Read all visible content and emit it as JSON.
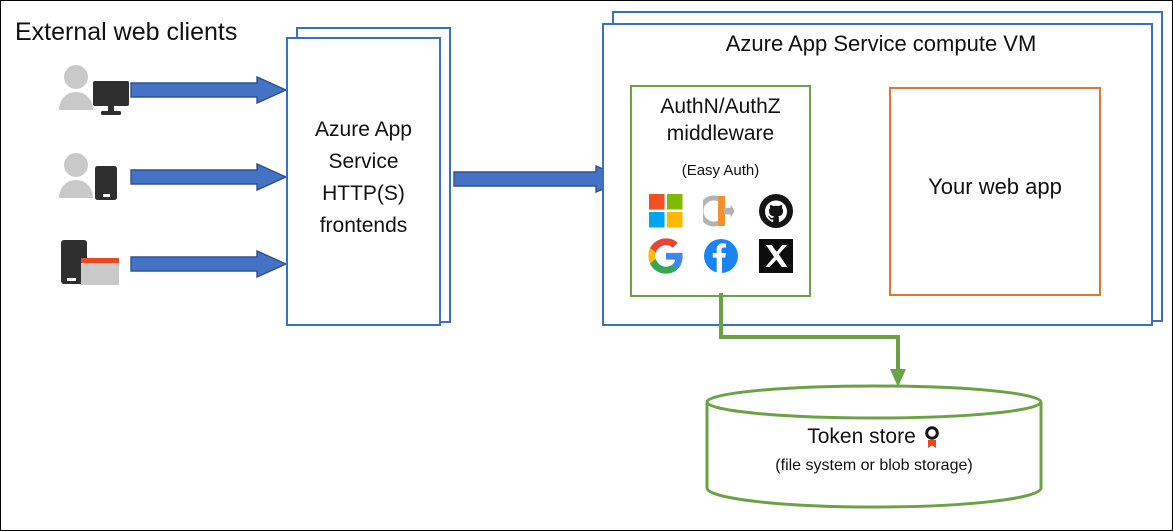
{
  "diagram": {
    "type": "architecture-flow",
    "title": "Azure App Service Easy Auth architecture",
    "colors": {
      "azure_blue": "#3a6fc4",
      "arrow_blue": "#4472c4",
      "arrow_blue_outline": "#2f528f",
      "green": "#6ba344",
      "orange": "#e3762a",
      "frame_black": "#000000"
    }
  },
  "clients": {
    "heading": "External web clients",
    "items": [
      {
        "icon": "user-desktop-icon",
        "label": "user with desktop computer"
      },
      {
        "icon": "user-phone-icon",
        "label": "user with mobile phone"
      },
      {
        "icon": "device-browser-icon",
        "label": "mobile device with browser window"
      }
    ]
  },
  "frontends": {
    "label": "Azure App Service\nHTTP(S)\nfrontends",
    "label_lines": [
      "Azure App",
      "Service",
      "HTTP(S)",
      "frontends"
    ],
    "shape": "stacked-rectangle"
  },
  "compute_vm": {
    "title": "Azure App Service compute VM",
    "shape": "stacked-rectangle"
  },
  "middleware": {
    "title_lines": [
      "AuthN/AuthZ",
      "middleware"
    ],
    "title": "AuthN/AuthZ middleware",
    "subtitle": "(Easy Auth)",
    "border_color": "#6ba344",
    "providers": [
      {
        "name": "microsoft-logo-icon",
        "label": "Microsoft"
      },
      {
        "name": "entra-id-logo-icon",
        "label": "Microsoft Entra ID"
      },
      {
        "name": "github-logo-icon",
        "label": "GitHub"
      },
      {
        "name": "google-logo-icon",
        "label": "Google"
      },
      {
        "name": "facebook-logo-icon",
        "label": "Facebook"
      },
      {
        "name": "x-twitter-logo-icon",
        "label": "X"
      }
    ]
  },
  "web_app": {
    "label": "Your web app",
    "border_color": "#e3762a"
  },
  "token_store": {
    "label": "Token store",
    "sublabel": "(file system or blob storage)",
    "icon": "medal-badge-icon",
    "shape": "cylinder",
    "border_color": "#6ba344"
  },
  "arrows": [
    {
      "name": "client1-to-frontends",
      "style": "block-arrow",
      "color": "#4472c4"
    },
    {
      "name": "client2-to-frontends",
      "style": "block-arrow",
      "color": "#4472c4"
    },
    {
      "name": "client3-to-frontends",
      "style": "block-arrow",
      "color": "#4472c4"
    },
    {
      "name": "frontends-to-middleware",
      "style": "block-arrow",
      "color": "#4472c4"
    },
    {
      "name": "middleware-to-web-app",
      "style": "block-arrow",
      "color": "#4472c4"
    },
    {
      "name": "middleware-to-token-store",
      "style": "elbow-connector",
      "color": "#6ba344"
    }
  ]
}
